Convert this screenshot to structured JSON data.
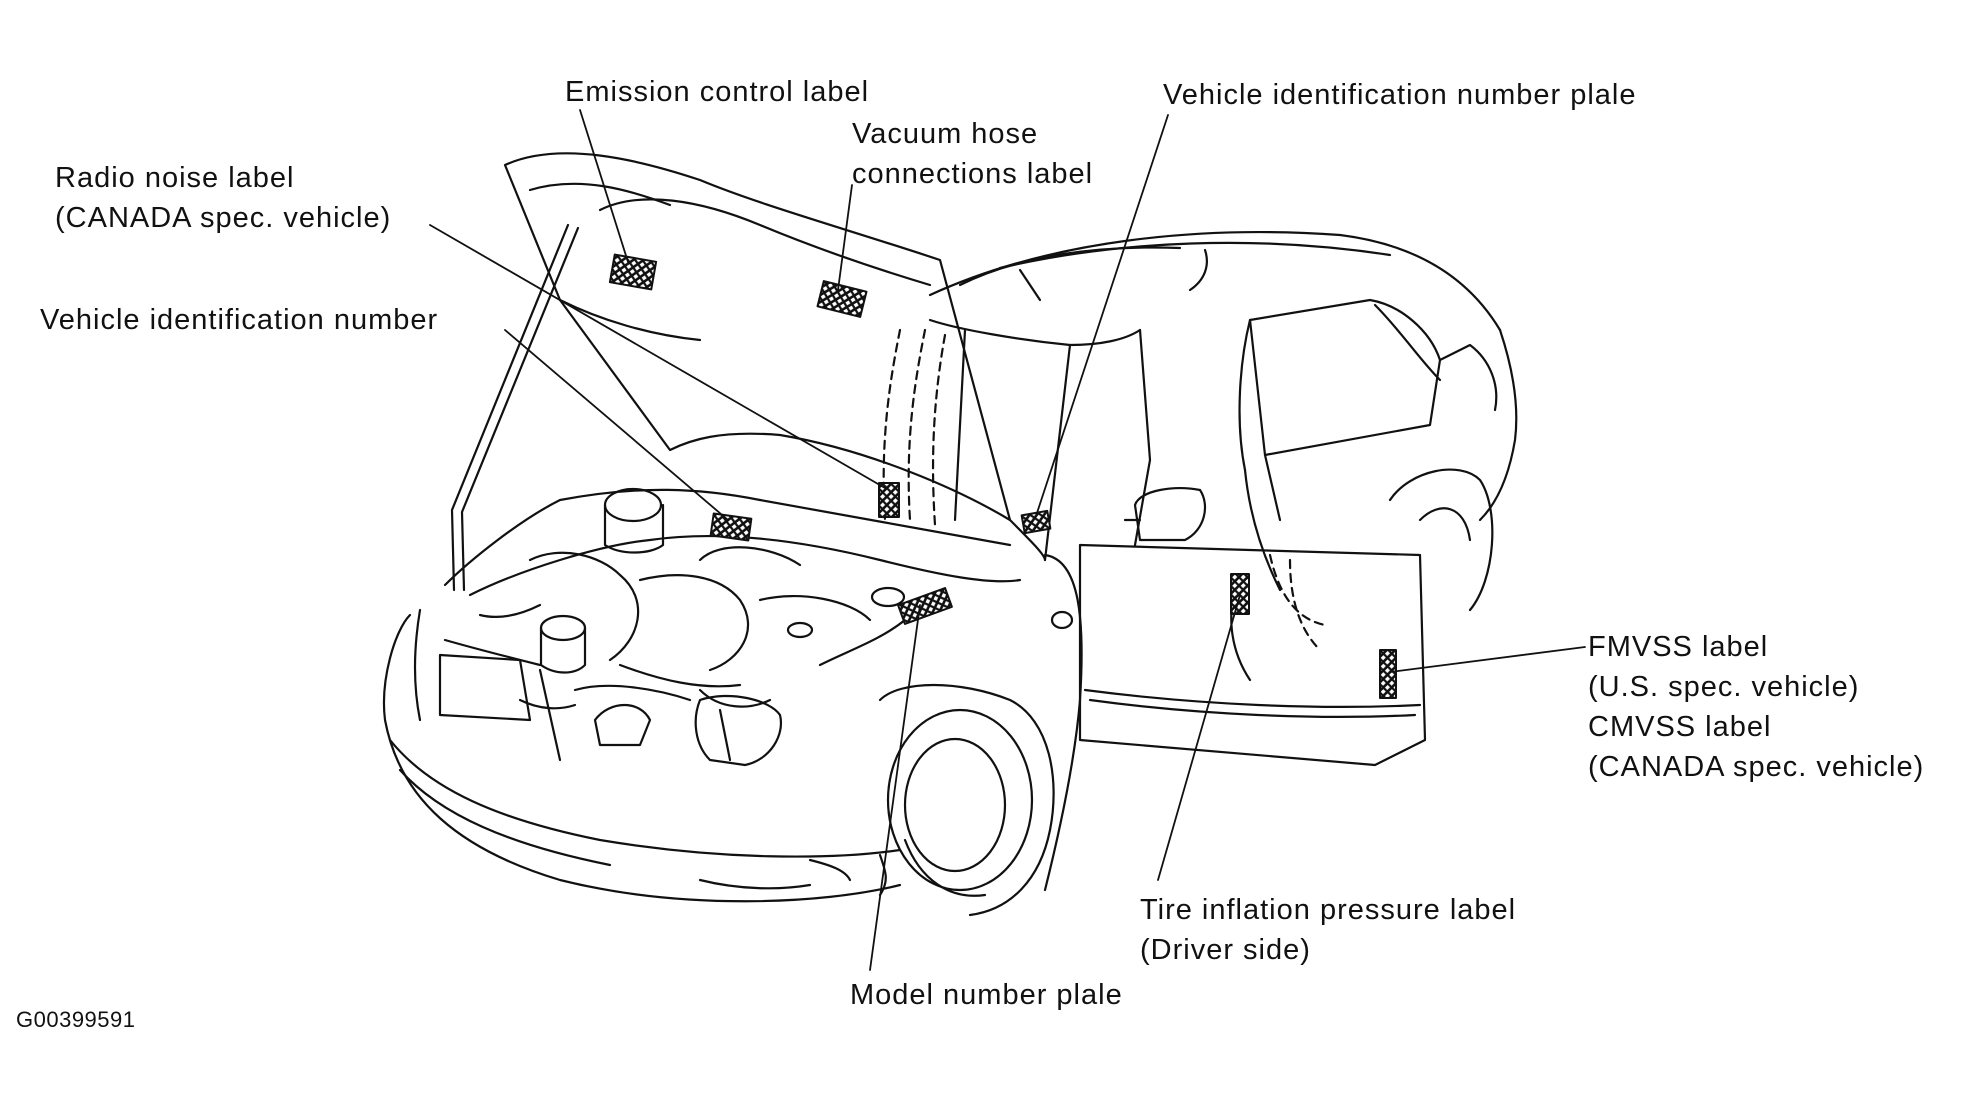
{
  "figure": {
    "id_code": "G00399591",
    "illustration": "vehicle-label-locations",
    "line_color": "#111111",
    "background": "#ffffff"
  },
  "labels": {
    "emission_control": "Emission control label",
    "vacuum_hose": [
      "Vacuum hose",
      "connections label"
    ],
    "radio_noise": [
      "Radio noise label",
      "(CANADA spec. vehicle)"
    ],
    "vin": "Vehicle identification number",
    "vin_plate": "Vehicle identification number plale",
    "fmvss": [
      "FMVSS label",
      "(U.S. spec. vehicle)",
      "CMVSS label",
      "(CANADA spec. vehicle)"
    ],
    "tire_inflation": [
      "Tire inflation pressure label",
      "(Driver side)"
    ],
    "model_number": "Model number plale"
  }
}
